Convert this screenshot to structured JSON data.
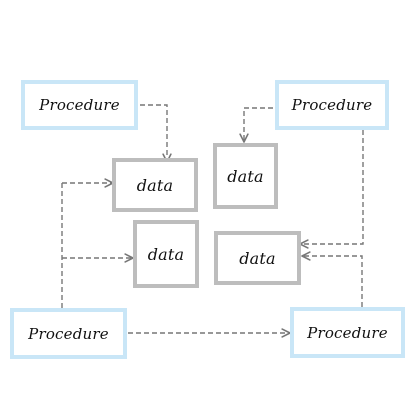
{
  "diagram": {
    "nodes": {
      "procedure_top_left": "Procedure",
      "procedure_top_right": "Procedure",
      "procedure_bottom_left": "Procedure",
      "procedure_bottom_right": "Procedure",
      "data_center_top": "data",
      "data_right_top": "data",
      "data_center_bottom": "data",
      "data_right_bottom": "data"
    },
    "colors": {
      "procedure_border": "#c9e6f7",
      "data_border": "#bdbdbd",
      "connector": "#777777"
    }
  }
}
